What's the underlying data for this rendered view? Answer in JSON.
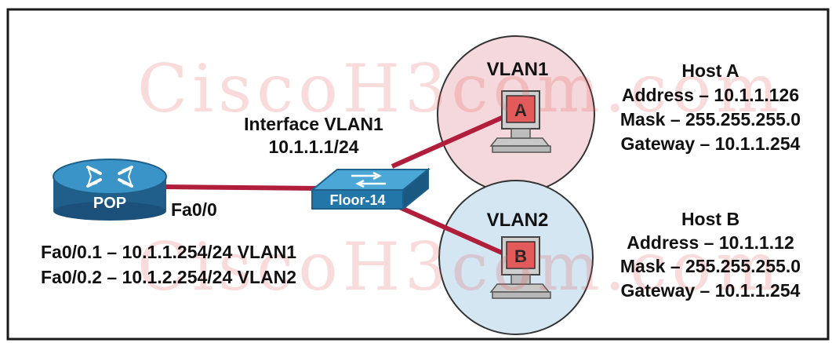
{
  "watermark": {
    "text": "CiscoH3com.com"
  },
  "devices": {
    "router": {
      "label": "POP"
    },
    "switch": {
      "label": "Floor-14"
    },
    "host_a": {
      "screen_letter": "A"
    },
    "host_b": {
      "screen_letter": "B"
    }
  },
  "labels": {
    "interface_vlan1": "Interface VLAN1",
    "interface_ip": "10.1.1.1/24",
    "fa00": "Fa0/0",
    "sub1": "Fa0/0.1 – 10.1.1.254/24 VLAN1",
    "sub2": "Fa0/0.2 – 10.1.2.254/24 VLAN2"
  },
  "vlans": {
    "vlan1": {
      "label": "VLAN1"
    },
    "vlan2": {
      "label": "VLAN2"
    }
  },
  "hosts": {
    "a": {
      "title": "Host A",
      "address": "Address – 10.1.1.126",
      "mask": "Mask – 255.255.255.0",
      "gateway": "Gateway – 10.1.1.254"
    },
    "b": {
      "title": "Host B",
      "address": "Address – 10.1.1.12",
      "mask": "Mask – 255.255.255.0",
      "gateway": "Gateway – 10.1.1.254"
    }
  },
  "colors": {
    "link": "#b01e3c",
    "vlan1_fill": "#f5d8dc",
    "vlan2_fill": "#d3e6f2",
    "device_blue": "#2f86b8",
    "host_screen": "#e25a5a"
  }
}
